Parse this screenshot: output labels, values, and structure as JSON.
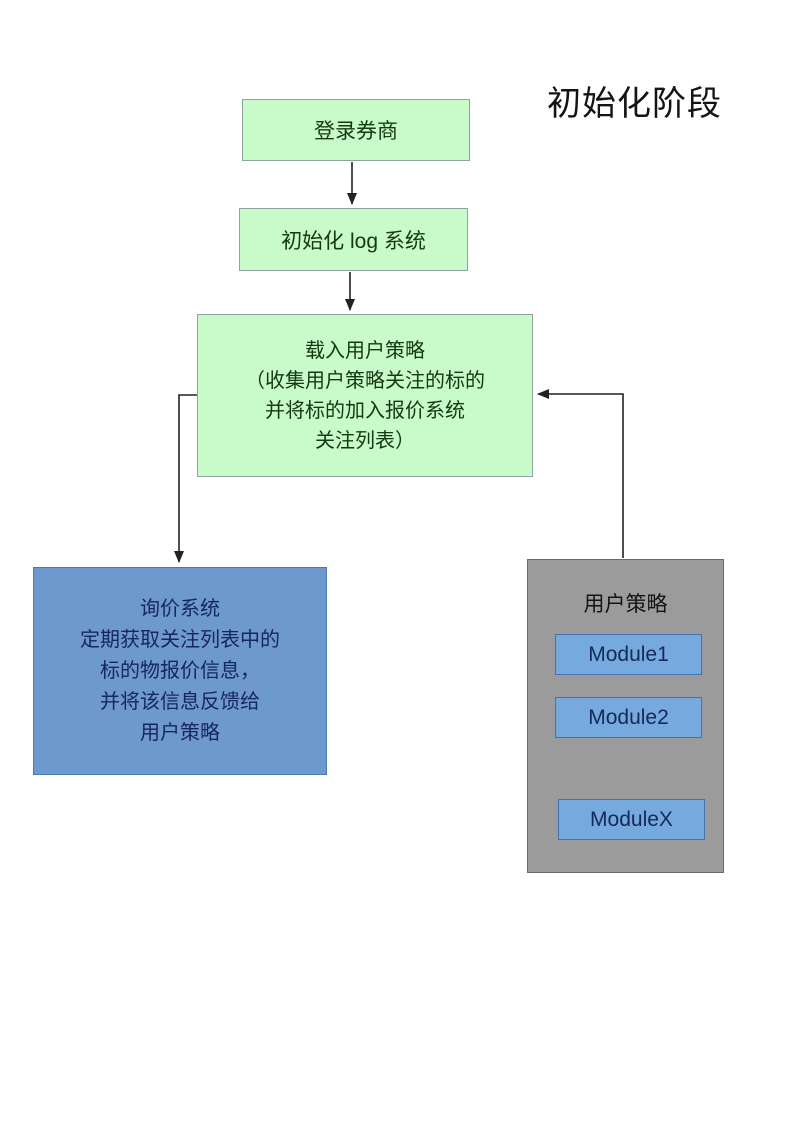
{
  "page": {
    "title": "初始化阶段"
  },
  "nodes": {
    "login_broker": {
      "label": "登录券商"
    },
    "init_log": {
      "label": "初始化 log 系统"
    },
    "load_strategy": {
      "lines": [
        "载入用户策略",
        "（收集用户策略关注的标的",
        "并将标的加入报价系统",
        "关注列表）"
      ]
    },
    "quote_system": {
      "lines": [
        "询价系统",
        "定期获取关注列表中的",
        "标的物报价信息，",
        "并将该信息反馈给",
        "用户策略"
      ]
    },
    "user_strategy": {
      "title": "用户策略",
      "modules": [
        "Module1",
        "Module2",
        "ModuleX"
      ]
    }
  },
  "colors": {
    "green_fill": "#c9fac9",
    "green_border": "#8fa3a3",
    "green_text": "#153815",
    "blue_fill": "#6e99ce",
    "blue_border": "#4a79b0",
    "blue_text": "#16265e",
    "gray_fill": "#9b9b9b",
    "gray_border": "#6b6b6b",
    "gray_text": "#141414",
    "module_fill": "#76a9dd",
    "module_border": "#4273ac",
    "module_text": "#15295a",
    "arrow": "#222222",
    "title_text": "#141414",
    "background": "#ffffff"
  }
}
